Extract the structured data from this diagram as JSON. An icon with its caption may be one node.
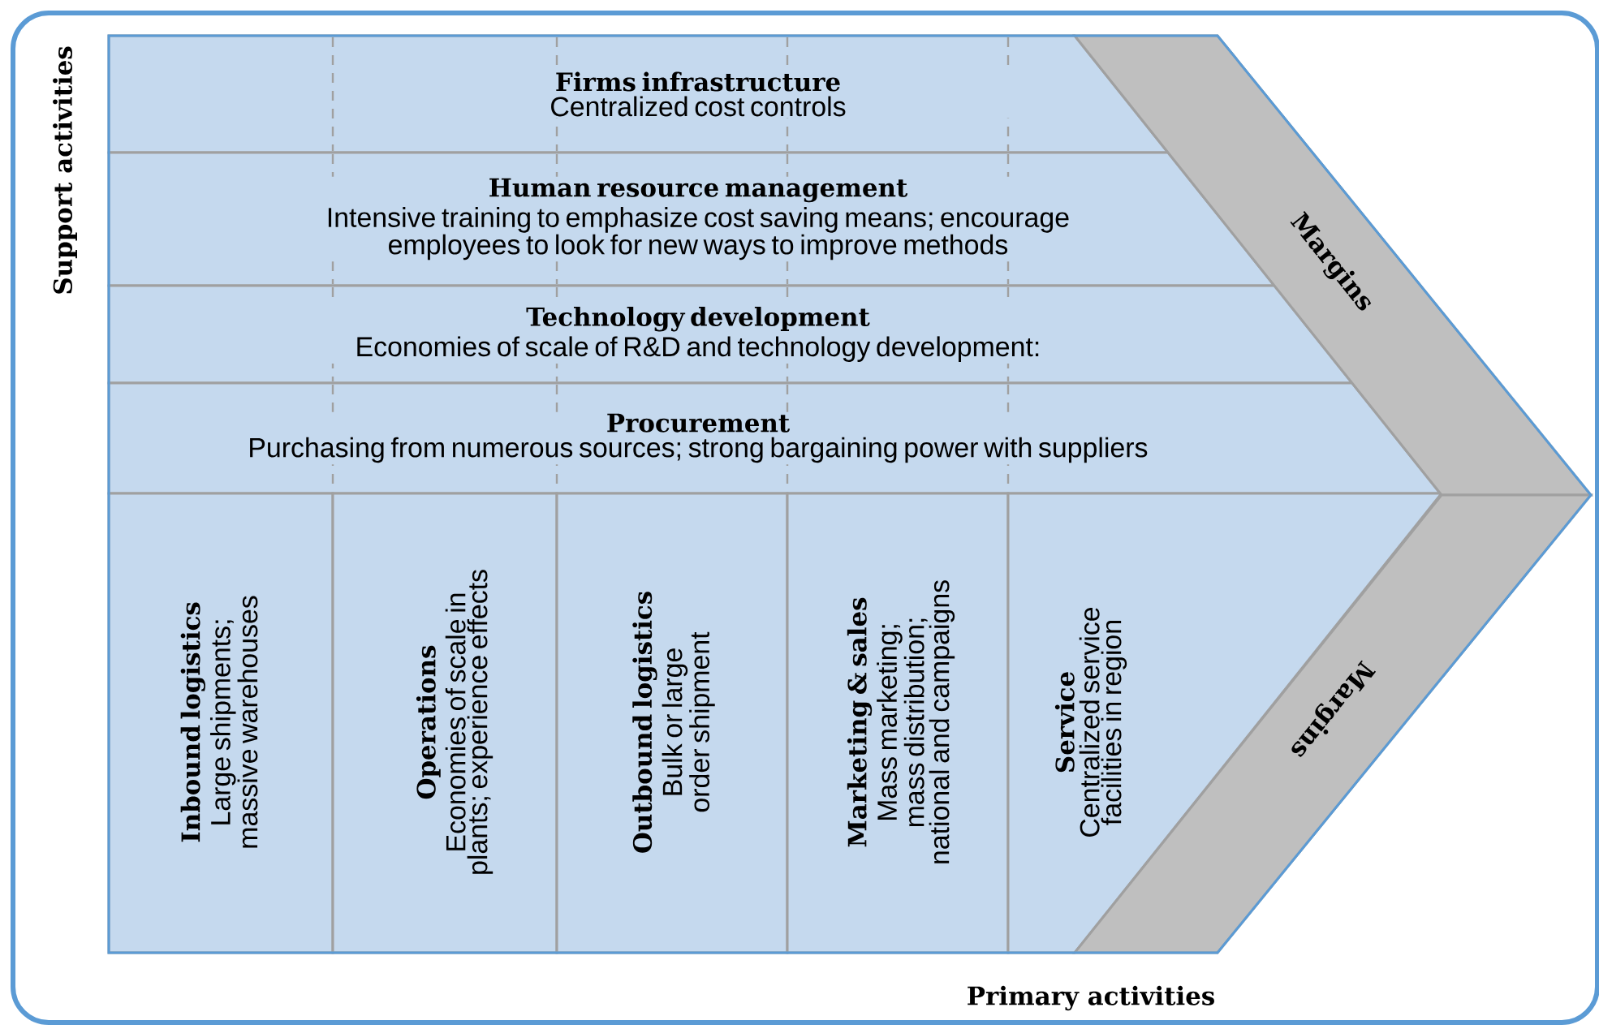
{
  "diagram": {
    "nodes": [
      {
        "text": [
          "Firms infrastructure",
          "Centralized cost controls"
        ]
      },
      {
        "text": [
          "Human resource management",
          "Intensive training to emphasize cost saving means; encourage employees to look for new ways to improve methods"
        ]
      },
      {
        "text": [
          "Technology development",
          "Economies of scale of R&D and technology development:"
        ]
      },
      {
        "text": [
          "Procurement",
          "Purchasing from numerous sources; strong bargaining power with suppliers"
        ]
      },
      {
        "text": [
          "Inbound logistics",
          "Large shipments; massive warehouses"
        ]
      },
      {
        "text": [
          "Operations",
          "Economies of scale in plants; experience effects"
        ]
      },
      {
        "text": [
          "Outbound logistics",
          "Bulk or large order shipment"
        ]
      },
      {
        "text": [
          "Marketing & sales",
          "Mass marketing; mass distribution; national and campaigns"
        ]
      },
      {
        "text": [
          "Service",
          "Centralized service facilities in region"
        ]
      },
      {
        "text": [
          "Margins"
        ]
      },
      {
        "text": [
          "Margins"
        ]
      }
    ],
    "labels": [
      "Support activities",
      "Primary activities"
    ]
  }
}
